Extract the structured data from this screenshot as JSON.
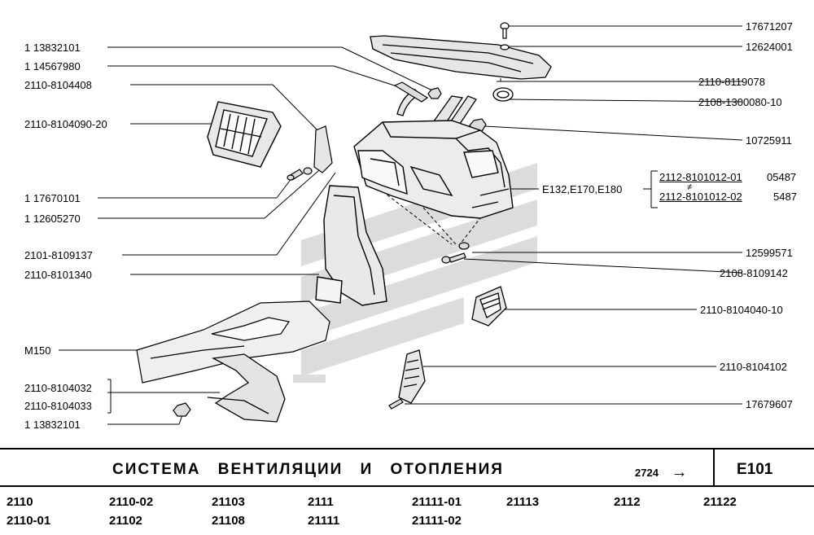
{
  "left_labels": [
    "1 13832101",
    "1 14567980",
    "2110-8104408",
    "2110-8104090-20",
    "1 17670101",
    "1 12605270",
    "2101-8109137",
    "2110-8101340",
    "M150",
    "2110-8104032",
    "2110-8104033",
    "1 13832101"
  ],
  "right_labels": [
    "17671207",
    "12624001",
    "2110-8119078",
    "2108-1300080-10",
    "10725911",
    "E132,E170,E180",
    "12599571",
    "2108-8109142",
    "2110-8104040-10",
    "2110-8104102",
    "17679607"
  ],
  "variants": {
    "row1_code": "2112-8101012-01",
    "row1_qty": "05487",
    "row2_code": "2112-8101012-02",
    "row2_qty": "5487",
    "mark": "≠"
  },
  "footer": {
    "title": "СИСТЕМА ВЕНТИЛЯЦИИ И ОТОПЛЕНИЯ",
    "ref_number": "2724",
    "ref_arrow": "→",
    "sheet": "E101"
  },
  "models": [
    "2110",
    "2110-02",
    "21103",
    "2111",
    "21111-01",
    "21113",
    "2112",
    "21122",
    "2110-01",
    "21102",
    "21108",
    "21111",
    "21111-02"
  ],
  "colors": {
    "ink": "#000000",
    "watermark": "#d4d4d4",
    "part_fill": "#e4e4e4"
  }
}
